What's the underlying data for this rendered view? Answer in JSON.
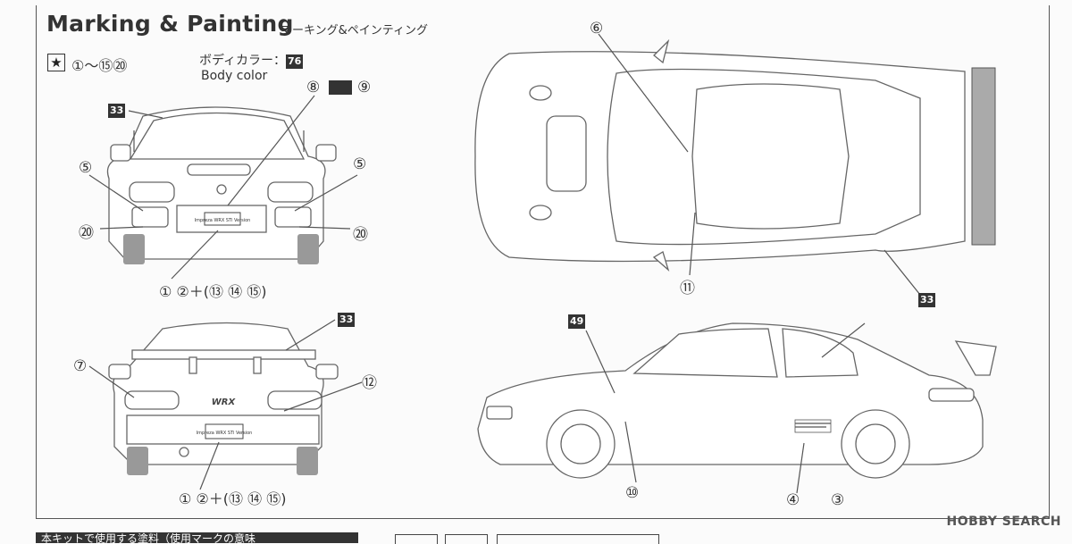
{
  "header": {
    "title": "Marking & Painting",
    "subtitle": "マーキング&ペインティング"
  },
  "legend": {
    "range_text": "①～⑮⑳",
    "body_color_jp": "ボディカラー：",
    "body_color_code": "76",
    "body_color_en": "Body color"
  },
  "callouts": {
    "front_33": "33",
    "front_8": "⑧",
    "front_9": "⑨",
    "front_5_left": "⑤",
    "front_5_right": "⑤",
    "front_20_left": "⑳",
    "front_20_right": "⑳",
    "front_formula": "①   ②＋(⑬   ⑭   ⑮)",
    "top_6": "⑥",
    "top_11": "⑪",
    "top_33": "33",
    "rear_33": "33",
    "rear_7": "⑦",
    "rear_12": "⑫",
    "rear_formula": "①   ②＋(⑬   ⑭   ⑮)",
    "side_49": "49",
    "side_10": "⑩",
    "side_4": "④",
    "side_3": "③"
  },
  "plates": {
    "front_plate": "Impreza WRX STi Version",
    "rear_plate": "Impreza WRX STi Version",
    "rear_badge": "WRX"
  },
  "footer": {
    "band_text": "本キットで使用する塗料（使用マークの意味"
  },
  "watermark": "HOBBY SEARCH",
  "colors": {
    "ink": "#333333",
    "line": "#666666",
    "paper": "#fbfbfb"
  }
}
